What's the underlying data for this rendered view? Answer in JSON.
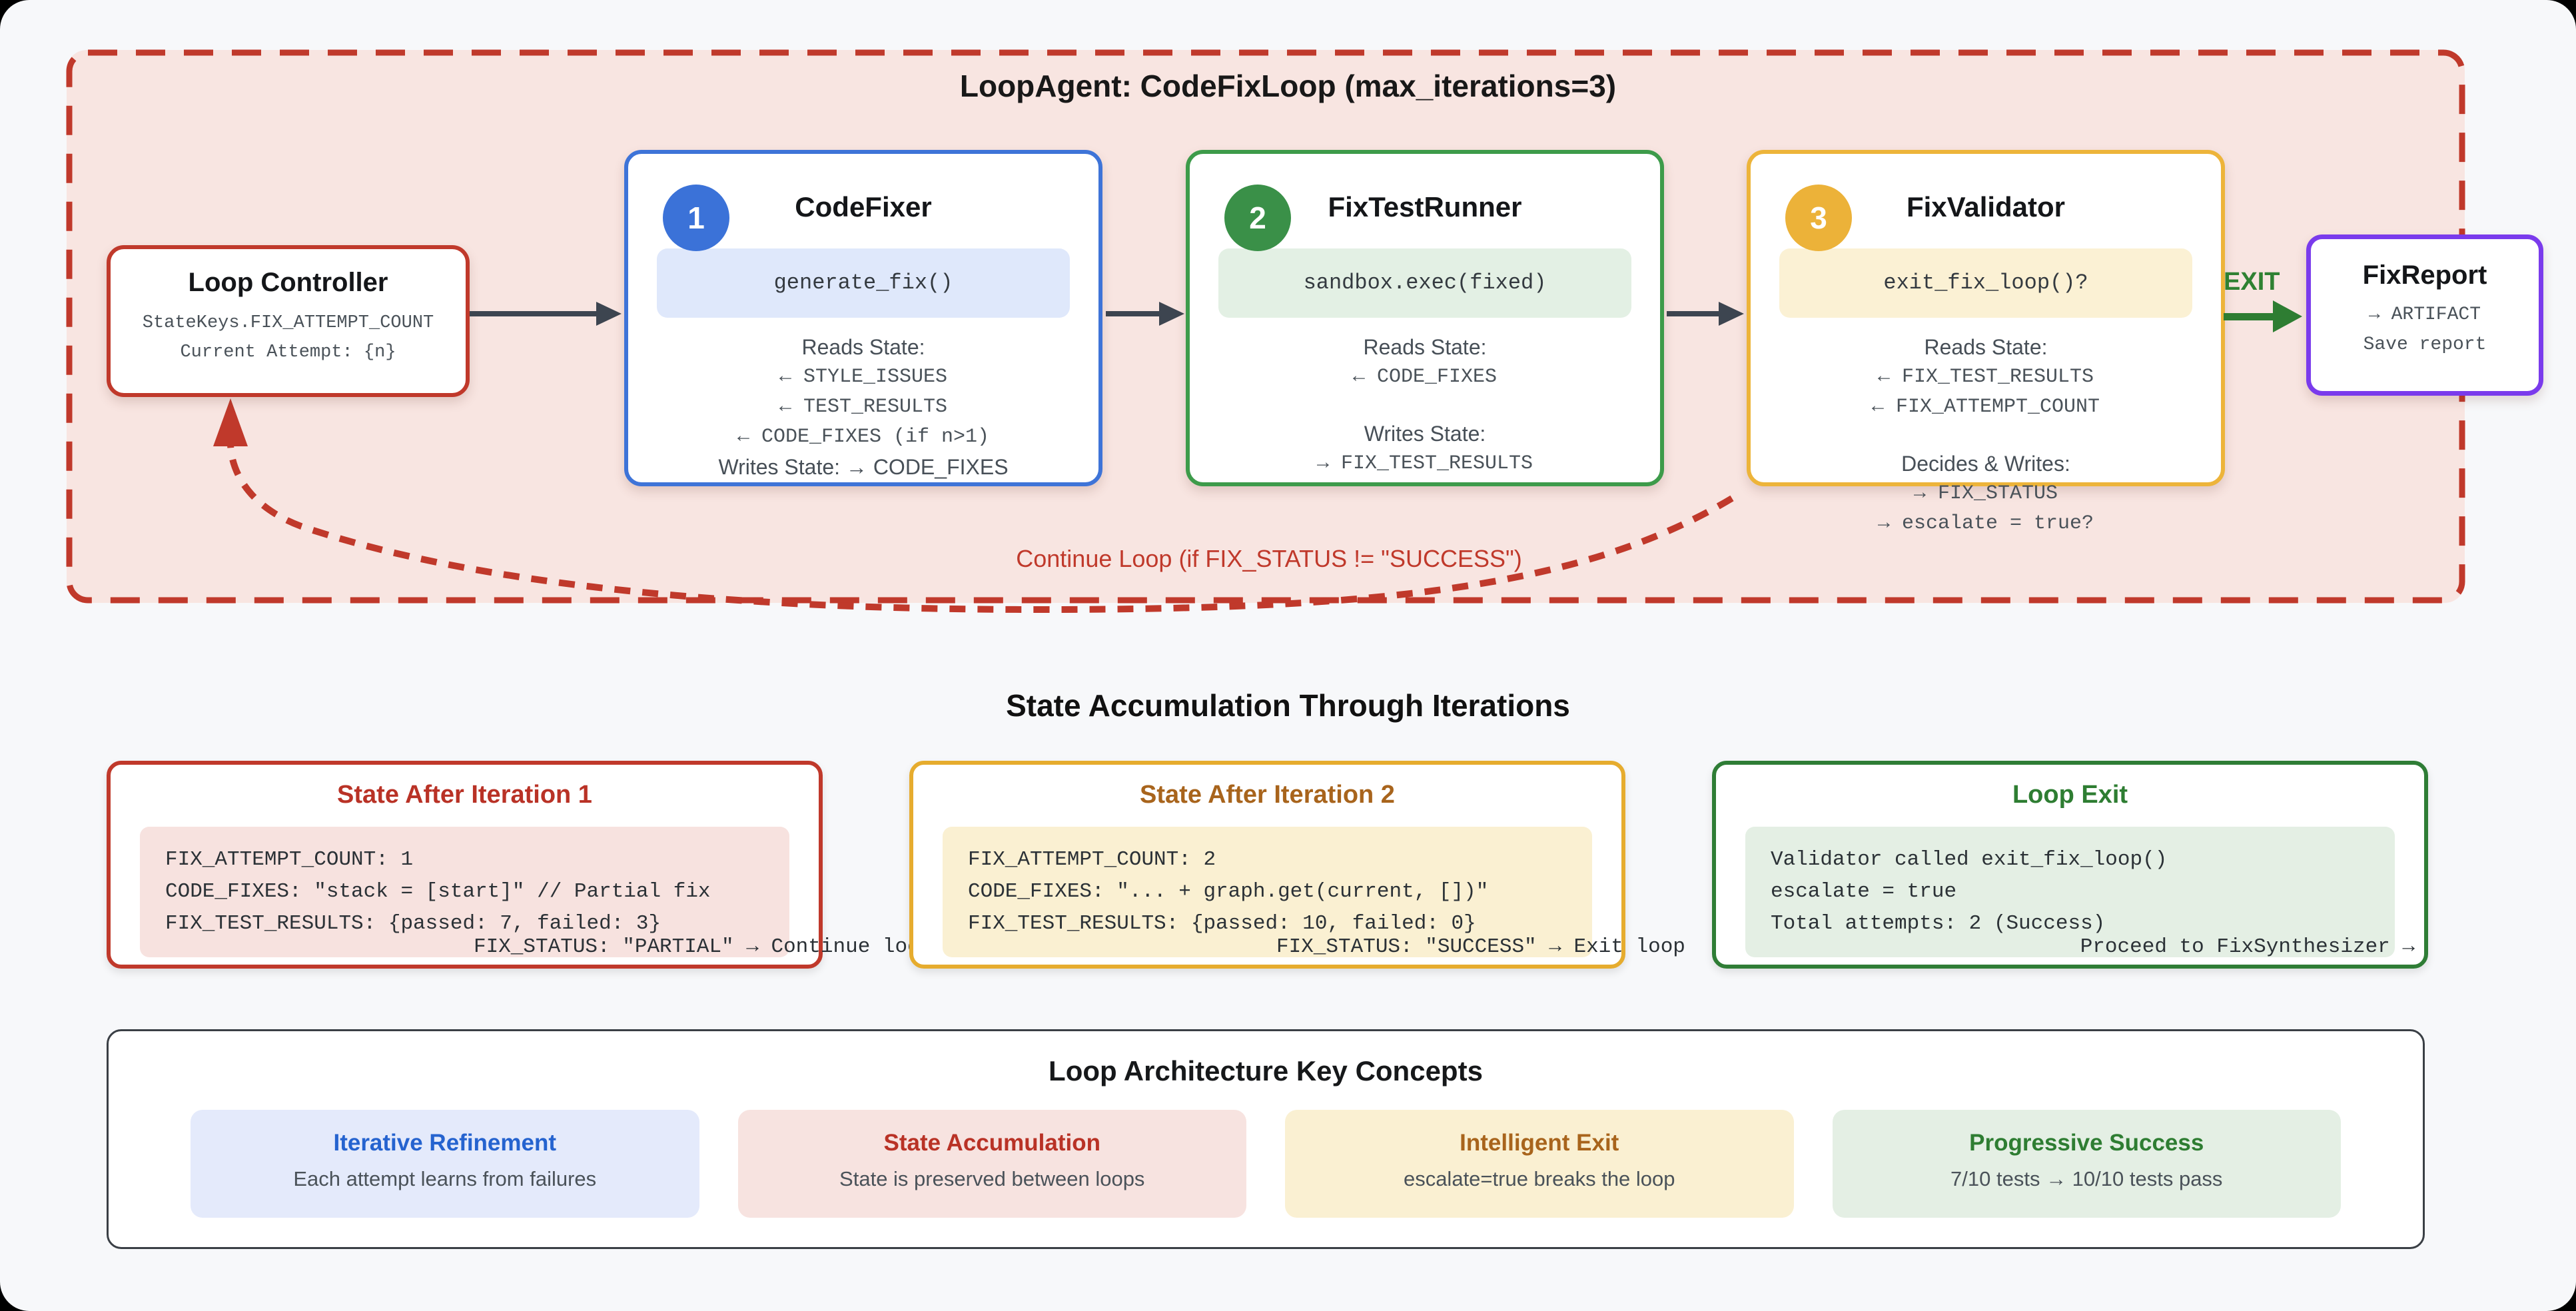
{
  "loop_container": {
    "title": "LoopAgent: CodeFixLoop (max_iterations=3)",
    "loop_controller": {
      "title": "Loop Controller",
      "line1": "StateKeys.FIX_ATTEMPT_COUNT",
      "line2": "Current Attempt: {n}"
    },
    "agents": [
      {
        "badge": "1",
        "title": "CodeFixer",
        "pill": "generate_fix()",
        "reads_label": "Reads State:",
        "reads": [
          "← STYLE_ISSUES",
          "← TEST_RESULTS",
          "← CODE_FIXES (if n>1)"
        ],
        "writes_label": "Writes State: → CODE_FIXES",
        "writes": []
      },
      {
        "badge": "2",
        "title": "FixTestRunner",
        "pill": "sandbox.exec(fixed)",
        "reads_label": "Reads State:",
        "reads": [
          "← CODE_FIXES"
        ],
        "writes_label": "Writes State:",
        "writes": [
          "→ FIX_TEST_RESULTS"
        ]
      },
      {
        "badge": "3",
        "title": "FixValidator",
        "pill": "exit_fix_loop()?",
        "reads_label": "Reads State:",
        "reads": [
          "← FIX_TEST_RESULTS",
          "← FIX_ATTEMPT_COUNT"
        ],
        "writes_label": "Decides & Writes:",
        "writes": [
          "→ FIX_STATUS",
          "→ escalate = true?"
        ]
      }
    ],
    "exit_label": "EXIT",
    "fix_report": {
      "title": "FixReport",
      "line1": "→ ARTIFACT",
      "line2": "Save report"
    },
    "continue_label": "Continue Loop (if FIX_STATUS != \"SUCCESS\")"
  },
  "state_section": {
    "title": "State Accumulation Through Iterations",
    "boxes": [
      {
        "title": "State After Iteration 1",
        "code": [
          "FIX_ATTEMPT_COUNT: 1",
          "CODE_FIXES: \"stack = [start]\" // Partial fix",
          "FIX_TEST_RESULTS: {passed: 7, failed: 3}"
        ],
        "overflow": "FIX_STATUS: \"PARTIAL\" → Continue loop"
      },
      {
        "title": "State After Iteration 2",
        "code": [
          "FIX_ATTEMPT_COUNT: 2",
          "CODE_FIXES: \"... + graph.get(current, [])\"",
          "FIX_TEST_RESULTS: {passed: 10, failed: 0}"
        ],
        "overflow": "FIX_STATUS: \"SUCCESS\" → Exit loop"
      },
      {
        "title": "Loop Exit",
        "code": [
          "Validator called exit_fix_loop()",
          "escalate = true",
          "Total attempts: 2 (Success)"
        ],
        "overflow": "Proceed to FixSynthesizer →"
      }
    ]
  },
  "concepts": {
    "title": "Loop Architecture Key Concepts",
    "cards": [
      {
        "title": "Iterative Refinement",
        "desc": "Each attempt learns from failures"
      },
      {
        "title": "State Accumulation",
        "desc": "State is preserved between loops"
      },
      {
        "title": "Intelligent Exit",
        "desc": "escalate=true breaks the loop"
      },
      {
        "title": "Progressive Success",
        "desc": "7/10 tests → 10/10 tests pass"
      }
    ]
  },
  "colors": {
    "loop_border_red": "#c0392b",
    "loop_fill_pink": "#f8e5e1",
    "agent_blue": "#3e74d8",
    "agent_green": "#3d9b4a",
    "agent_amber": "#edb43a",
    "report_purple": "#7a3bec",
    "exit_green": "#2e7d32",
    "arrow_gray": "#3d4550",
    "page_bg": "#f7f8fa"
  }
}
